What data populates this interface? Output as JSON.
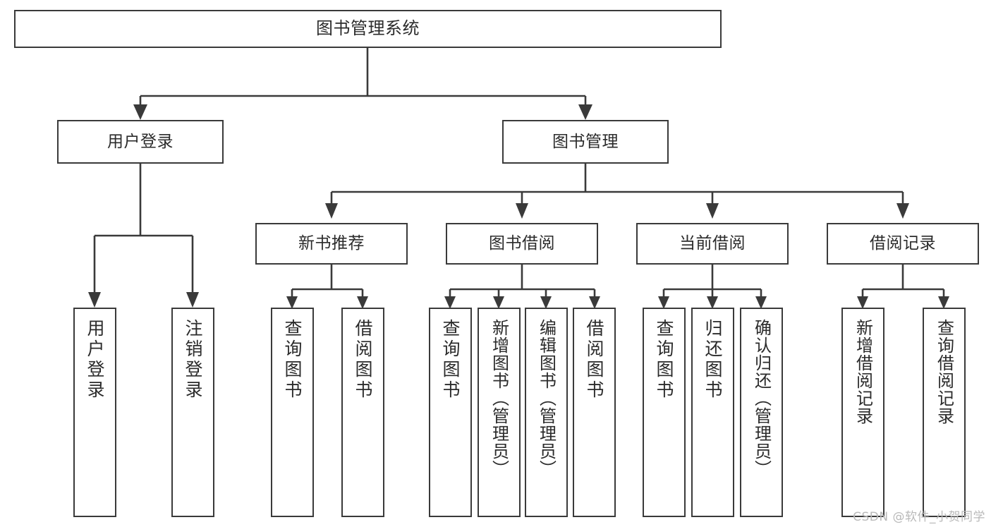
{
  "diagram": {
    "title": "图书管理系统",
    "type": "functional-structure-tree",
    "watermark": "CSDN @软件_小贺同学",
    "colors": {
      "stroke": "#3a3a3a",
      "box_fill": "#ffffff",
      "text": "#2b2b2b",
      "background": "#ffffff",
      "watermark": "#b9b9b9"
    },
    "root": {
      "label": "图书管理系统"
    },
    "level2": [
      {
        "label": "用户登录"
      },
      {
        "label": "图书管理"
      }
    ],
    "level3": [
      {
        "label": "新书推荐"
      },
      {
        "label": "图书借阅"
      },
      {
        "label": "当前借阅"
      },
      {
        "label": "借阅记录"
      }
    ],
    "leaves": {
      "user_login": [
        {
          "label": "用户登录"
        },
        {
          "label": "注销登录"
        }
      ],
      "new_book": [
        {
          "label": "查询图书"
        },
        {
          "label": "借阅图书"
        }
      ],
      "borrow_book": [
        {
          "label": "查询图书"
        },
        {
          "label": "新增图书（管理员）"
        },
        {
          "label": "编辑图书（管理员）"
        },
        {
          "label": "借阅图书"
        }
      ],
      "current_borrow": [
        {
          "label": "查询图书"
        },
        {
          "label": "归还图书"
        },
        {
          "label": "确认归还（管理员）"
        }
      ],
      "borrow_record": [
        {
          "label": "新增借阅记录"
        },
        {
          "label": "查询借阅记录"
        }
      ]
    }
  }
}
